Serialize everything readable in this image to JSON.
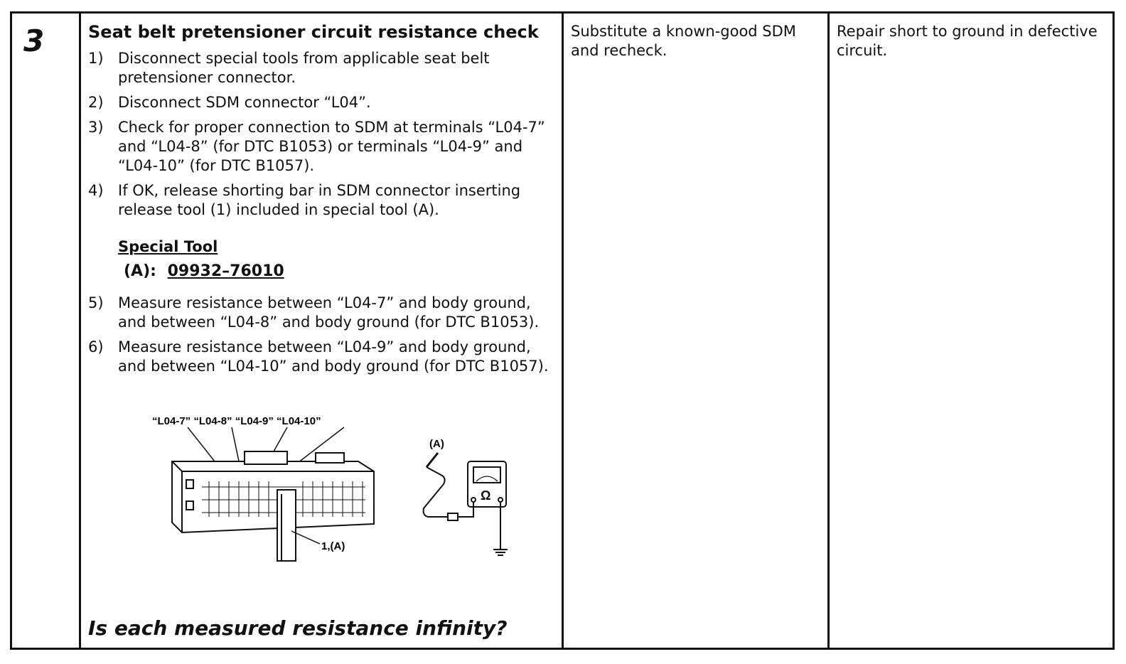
{
  "step": {
    "number": "3"
  },
  "action": {
    "title": "Seat belt pretensioner circuit resistance check",
    "steps_a": [
      {
        "num": "1)",
        "text": "Disconnect special tools from applicable seat belt pretensioner connector."
      },
      {
        "num": "2)",
        "text": "Disconnect SDM connector “L04”."
      },
      {
        "num": "3)",
        "text": "Check for proper connection to SDM at terminals “L04-7” and “L04-8” (for DTC B1053) or terminals “L04-9” and “L04-10” (for DTC B1057)."
      },
      {
        "num": "4)",
        "text": "If OK, release shorting bar in SDM connector inserting release tool (1) included in special tool (A)."
      }
    ],
    "special_tool_heading": "Special Tool",
    "special_tool_label": "(A):",
    "special_tool_value": "09932–76010",
    "steps_b": [
      {
        "num": "5)",
        "text": "Measure resistance between “L04-7” and body ground, and between “L04-8” and body ground (for DTC B1053)."
      },
      {
        "num": "6)",
        "text": "Measure resistance between “L04-9” and body ground, and between “L04-10” and body ground (for DTC B1057)."
      }
    ],
    "figure": {
      "terminal_labels": "“L04-7” “L04-8” “L04-9” “L04-10”",
      "tool_label": "1,(A)",
      "meter_label": "(A)"
    },
    "question": "Is each measured resistance infinity?"
  },
  "yes_column": {
    "text": "Substitute a known-good SDM and recheck."
  },
  "no_column": {
    "text": "Repair short to ground in defective circuit."
  }
}
